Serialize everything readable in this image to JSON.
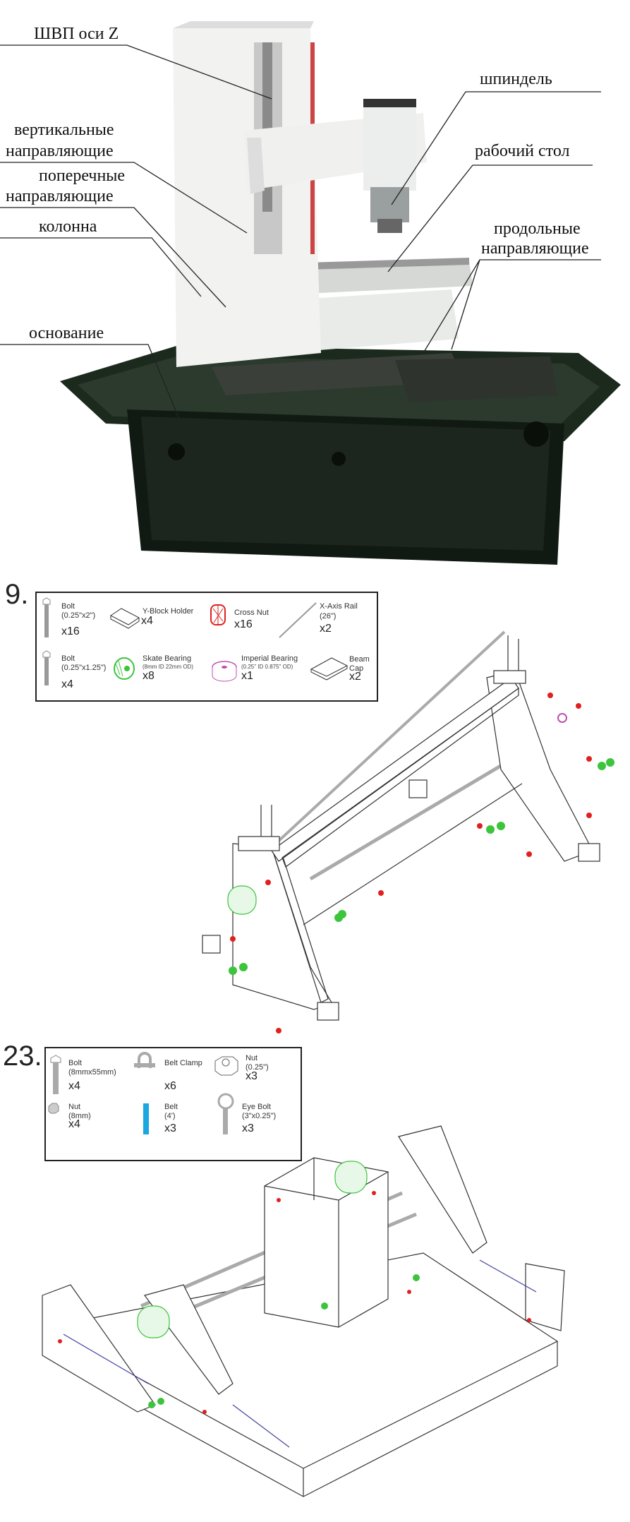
{
  "photo_labels": {
    "ballscrew_z": "ШВП оси Z",
    "spindle": "шпиндель",
    "vertical_guides_1": "вертикальные",
    "vertical_guides_2": "направляющие",
    "work_table": "рабочий стол",
    "cross_guides_1": "поперечные",
    "cross_guides_2": "направляющие",
    "column": "колонна",
    "long_guides_1": "продольные",
    "long_guides_2": "направляющие",
    "base": "основание"
  },
  "step9": {
    "number": "9.",
    "parts": [
      {
        "name": "Bolt",
        "spec": "(0.25\"x2\")",
        "qty": "x16"
      },
      {
        "name": "Y-Block Holder",
        "qty": "x4"
      },
      {
        "name": "Cross Nut",
        "qty": "x16",
        "color": "#e02020"
      },
      {
        "name": "X-Axis Rail",
        "spec": "(26\")",
        "qty": "x2"
      },
      {
        "name": "Bolt",
        "spec": "(0.25\"x1.25\")",
        "qty": "x4"
      },
      {
        "name": "Skate Bearing",
        "spec": "(8mm ID 22mm OD)",
        "qty": "x8",
        "color": "#3cc43c"
      },
      {
        "name": "Imperial Bearing",
        "spec": "(0.25\" ID 0.875\" OD)",
        "qty": "x1",
        "color": "#c050b0"
      },
      {
        "name": "Beam",
        "name2": "Cap",
        "qty": "x2"
      }
    ]
  },
  "step23": {
    "number": "23.",
    "parts": [
      {
        "name": "Bolt",
        "spec": "(8mmx55mm)",
        "qty": "x4"
      },
      {
        "name": "Belt Clamp",
        "qty": "x6"
      },
      {
        "name": "Nut",
        "spec": "(0.25\")",
        "qty": "x3"
      },
      {
        "name": "Nut",
        "spec": "(8mm)",
        "qty": "x4"
      },
      {
        "name": "Belt",
        "spec": "(4')",
        "qty": "x3",
        "color": "#1aa6de"
      },
      {
        "name": "Eye Bolt",
        "spec": "(3\"x0.25\")",
        "qty": "x3"
      }
    ]
  }
}
